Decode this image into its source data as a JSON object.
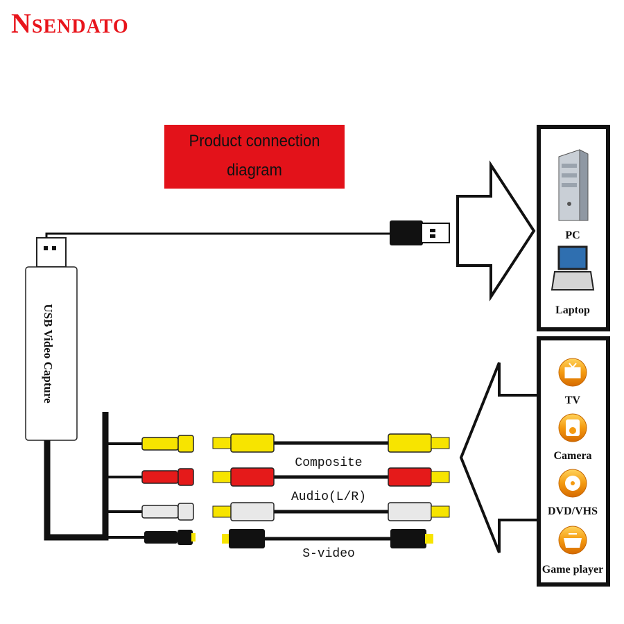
{
  "brand": "Nsendato",
  "title": {
    "line1": "Product connection",
    "line2": "diagram"
  },
  "device_label": "USB Video Capture",
  "host_devices": [
    "PC",
    "Laptop"
  ],
  "source_devices": [
    "TV",
    "Camera",
    "DVD/VHS",
    "Game player"
  ],
  "cables": [
    "Composite",
    "Audio(L/R)",
    "S-video"
  ],
  "colors": {
    "brand": "#e8141b",
    "title_box": "#e3121a",
    "yellow": "#f7e400",
    "red": "#e51a1a",
    "white": "#e8e8e8",
    "black": "#111111",
    "icon_orange": "#f28a00"
  }
}
